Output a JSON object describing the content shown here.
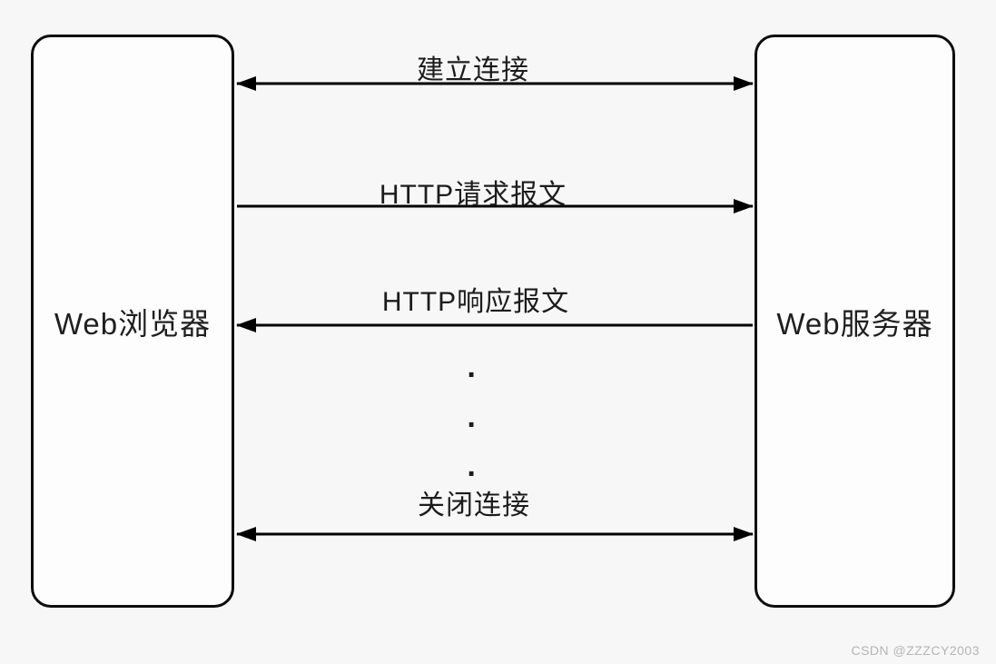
{
  "page": {
    "background_color": "#f7f7f7",
    "watermark": "CSDN @ZZZCY2003",
    "watermark_color": "#b5b5b5"
  },
  "diagram": {
    "type": "sequence-diagram",
    "left_node": {
      "label": "Web浏览器"
    },
    "right_node": {
      "label": "Web服务器"
    },
    "messages": [
      {
        "label": "建立连接",
        "direction": "both"
      },
      {
        "label": "HTTP请求报文",
        "direction": "right"
      },
      {
        "label": "HTTP响应报文",
        "direction": "left"
      },
      {
        "label": "关闭连接",
        "direction": "both"
      }
    ],
    "ellipsis": [
      "·",
      "·",
      "·"
    ],
    "colors": {
      "stroke": "#000000",
      "node_fill": "#fdfdfd",
      "node_border": "#0d0d0d",
      "text": "#1c1c1c"
    }
  }
}
